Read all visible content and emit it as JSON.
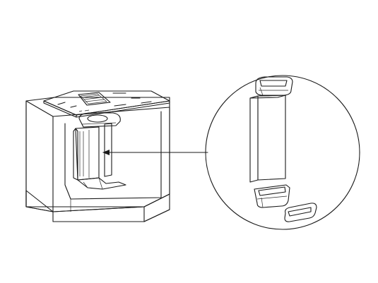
{
  "diagram": {
    "kind": "installation-illustration",
    "colors": {
      "line": "#1a1a1a",
      "shade_light": "#e6e6e6",
      "shade_mid": "#c9c9c9",
      "shade_dark": "#8c8c8c",
      "grille": "#555555",
      "background": "#ffffff"
    },
    "parts": [
      "cabinet",
      "induction-cooktop",
      "downdraft-extractor",
      "callout-arrow",
      "detail-circle",
      "duct-top-elbow",
      "duct-straight-section",
      "duct-bottom-elbow",
      "duct-end-cap"
    ]
  }
}
